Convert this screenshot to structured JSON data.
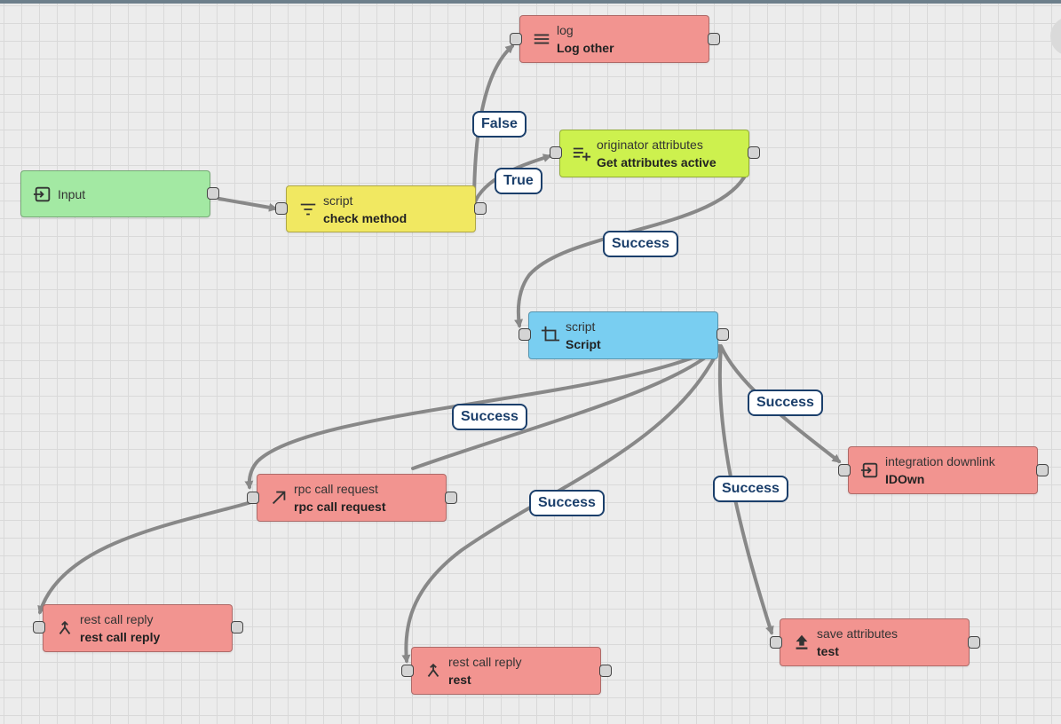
{
  "colors": {
    "input": "#a3e9a3",
    "filter": "#f1e861",
    "action": "#f29490",
    "enrichment": "#cdf14e",
    "transform": "#79cef1",
    "label_border": "#1b3f6b",
    "edge": "#888888"
  },
  "nodes": {
    "input": {
      "label": "Input",
      "icon": "input-icon"
    },
    "check_method": {
      "type": "script",
      "name": "check method",
      "icon": "filter-icon"
    },
    "log_other": {
      "type": "log",
      "name": "Log other",
      "icon": "menu-lines-icon"
    },
    "get_attributes": {
      "type": "originator attributes",
      "name": "Get attributes active",
      "icon": "playlist-add-icon"
    },
    "script": {
      "type": "script",
      "name": "Script",
      "icon": "crop-icon"
    },
    "rpc_call_request": {
      "type": "rpc call request",
      "name": "rpc call request",
      "icon": "arrow-up-right-icon"
    },
    "integration_downlink": {
      "type": "integration downlink",
      "name": "IDOwn",
      "icon": "input-icon"
    },
    "rest_call_reply_1": {
      "type": "rest call reply",
      "name": "rest call reply",
      "icon": "merge-icon"
    },
    "rest_call_reply_2": {
      "type": "rest call reply",
      "name": "rest",
      "icon": "merge-icon"
    },
    "save_attributes": {
      "type": "save attributes",
      "name": "test",
      "icon": "upload-icon"
    }
  },
  "edge_labels": {
    "false": "False",
    "true": "True",
    "success_attributes": "Success",
    "success_rpc": "Success",
    "success_downlink": "Success",
    "success_rest": "Success",
    "success_save": "Success"
  }
}
